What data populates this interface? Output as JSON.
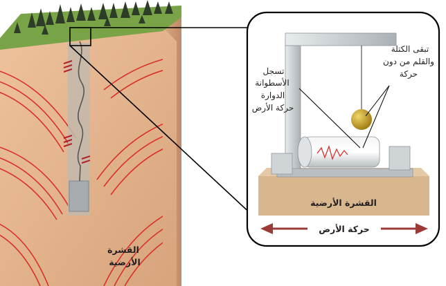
{
  "labels": {
    "rotating_drum": [
      "تسجل",
      "الأسطوانة",
      "الدوارة",
      "حركة الأرض"
    ],
    "mass_and_pen": [
      "تبقى الكتلة",
      "والقلم من دون",
      "حركة"
    ],
    "crust_inset": "القشرة الأرضية",
    "ground_motion": "حركة الأرض",
    "crust_block": [
      "القشرة",
      "الأرضية"
    ]
  },
  "colors": {
    "soil": "#e6b890",
    "soil_dark": "#cf9a73",
    "grass": "#6f9a3e",
    "forest": "#2c3a25",
    "wave": "#d9302a",
    "frame": "#c9ced1",
    "frame_dark": "#9ea5aa",
    "base": "#d9b992",
    "mass": "#c9a21c",
    "arrow": "#9b3a37",
    "outline": "#000000"
  }
}
